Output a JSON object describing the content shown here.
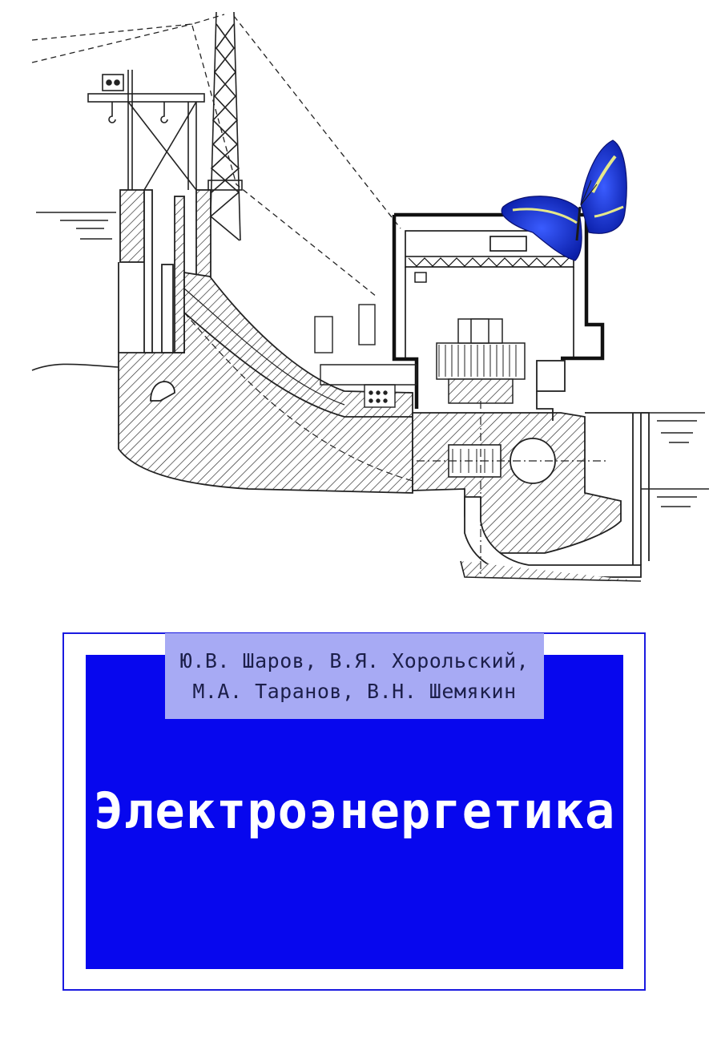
{
  "cover": {
    "authors_line1": "Ю.В. Шаров, В.Я. Хорольский,",
    "authors_line2": "М.А. Таранов, В.Н. Шемякин",
    "title": "Электроэнергетика"
  },
  "colors": {
    "panel_blue": "#0707ee",
    "frame_blue": "#1a1ae0",
    "authors_bg": "#a7aaf4",
    "line_dark": "#1a1a1a",
    "butterfly_blue": "#1f3fd8",
    "butterfly_yellow": "#e6e88a"
  },
  "illustration": {
    "subject": "hydroelectric-power-plant-cross-section",
    "decoration": "butterfly-icon"
  }
}
